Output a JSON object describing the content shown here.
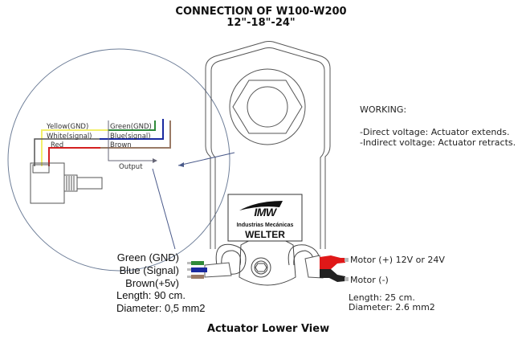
{
  "header": {
    "title": "CONNECTION OF W100-W200",
    "sizes": "12\"-18\"-24\""
  },
  "detail_circle": {
    "left_labels": [
      "Yellow(GND)",
      "White(signal)",
      "Red"
    ],
    "right_labels": [
      "Green(GND)",
      "Blue(signal)",
      "Brown"
    ],
    "output_label": "Output",
    "wire_colors": {
      "yellow": "#f2ef6a",
      "white": "#555555",
      "red": "#d42020",
      "green": "#2f8a3a",
      "blue": "#1a2aa0",
      "brown": "#9a7a66"
    }
  },
  "working": {
    "heading": "WORKING:",
    "lines": [
      "-Direct voltage: Actuator extends.",
      "-Indirect voltage: Actuator retracts."
    ]
  },
  "logo": {
    "brand": "IMW",
    "company": "Industrias Mecánicas",
    "name": "WELTER"
  },
  "signal_cable": {
    "wires": [
      "Green (GND)",
      "Blue (Signal)",
      "Brown(+5v)"
    ],
    "length": "Length: 90 cm.",
    "diameter": "Diameter: 0,5 mm2"
  },
  "motor_cable": {
    "positive": "Motor (+) 12V or 24V",
    "negative": "Motor (-)",
    "length": "Length: 25 cm.",
    "diameter": "Diameter: 2.6 mm2",
    "colors": {
      "positive": "#e01818",
      "negative": "#222222"
    }
  },
  "footer": {
    "caption": "Actuator Lower View"
  }
}
